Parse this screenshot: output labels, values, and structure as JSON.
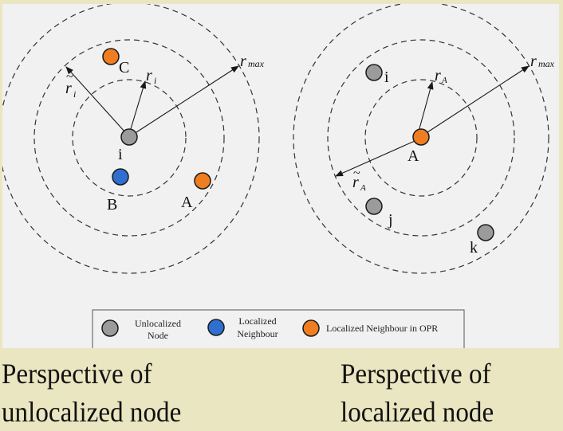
{
  "colors": {
    "page_background": "#ebe6c2",
    "panel_background": "#f1f1f1",
    "unlocalized": "#9b9b9b",
    "localized": "#2f6fd0",
    "localized_opr": "#ef7d22",
    "stroke": "#1a1a1a",
    "dashed_ring": "#333333"
  },
  "diagrams": [
    {
      "id": "unlocalized-perspective",
      "center_node": {
        "label": "i",
        "type": "unlocalized"
      },
      "radii_labels": {
        "inner": "r",
        "inner_sub": "i",
        "middle": "r",
        "middle_sub": "i",
        "middle_tilde": "~",
        "outer": "r",
        "outer_sub": "max"
      },
      "nodes": [
        {
          "label": "C",
          "type": "localized_opr"
        },
        {
          "label": "B",
          "type": "localized"
        },
        {
          "label": "A",
          "type": "localized_opr"
        }
      ]
    },
    {
      "id": "localized-perspective",
      "center_node": {
        "label": "A",
        "type": "localized_opr"
      },
      "radii_labels": {
        "inner": "r",
        "inner_sub": "A",
        "middle": "r",
        "middle_sub": "A",
        "middle_tilde": "~",
        "outer": "r",
        "outer_sub": "max"
      },
      "nodes": [
        {
          "label": "i",
          "type": "unlocalized"
        },
        {
          "label": "j",
          "type": "unlocalized"
        },
        {
          "label": "k",
          "type": "unlocalized"
        }
      ]
    }
  ],
  "legend": {
    "items": [
      {
        "line1": "Unlocalized",
        "line2": "Node",
        "type": "unlocalized"
      },
      {
        "line1": "Localized",
        "line2": "Neighbour",
        "type": "localized"
      },
      {
        "line1": "Localized Neighbour in OPR",
        "line2": "",
        "type": "localized_opr"
      }
    ]
  },
  "captions": {
    "left_line1": "Perspective of",
    "left_line2": "unlocalized node",
    "right_line1": "Perspective of",
    "right_line2": "localized node"
  }
}
